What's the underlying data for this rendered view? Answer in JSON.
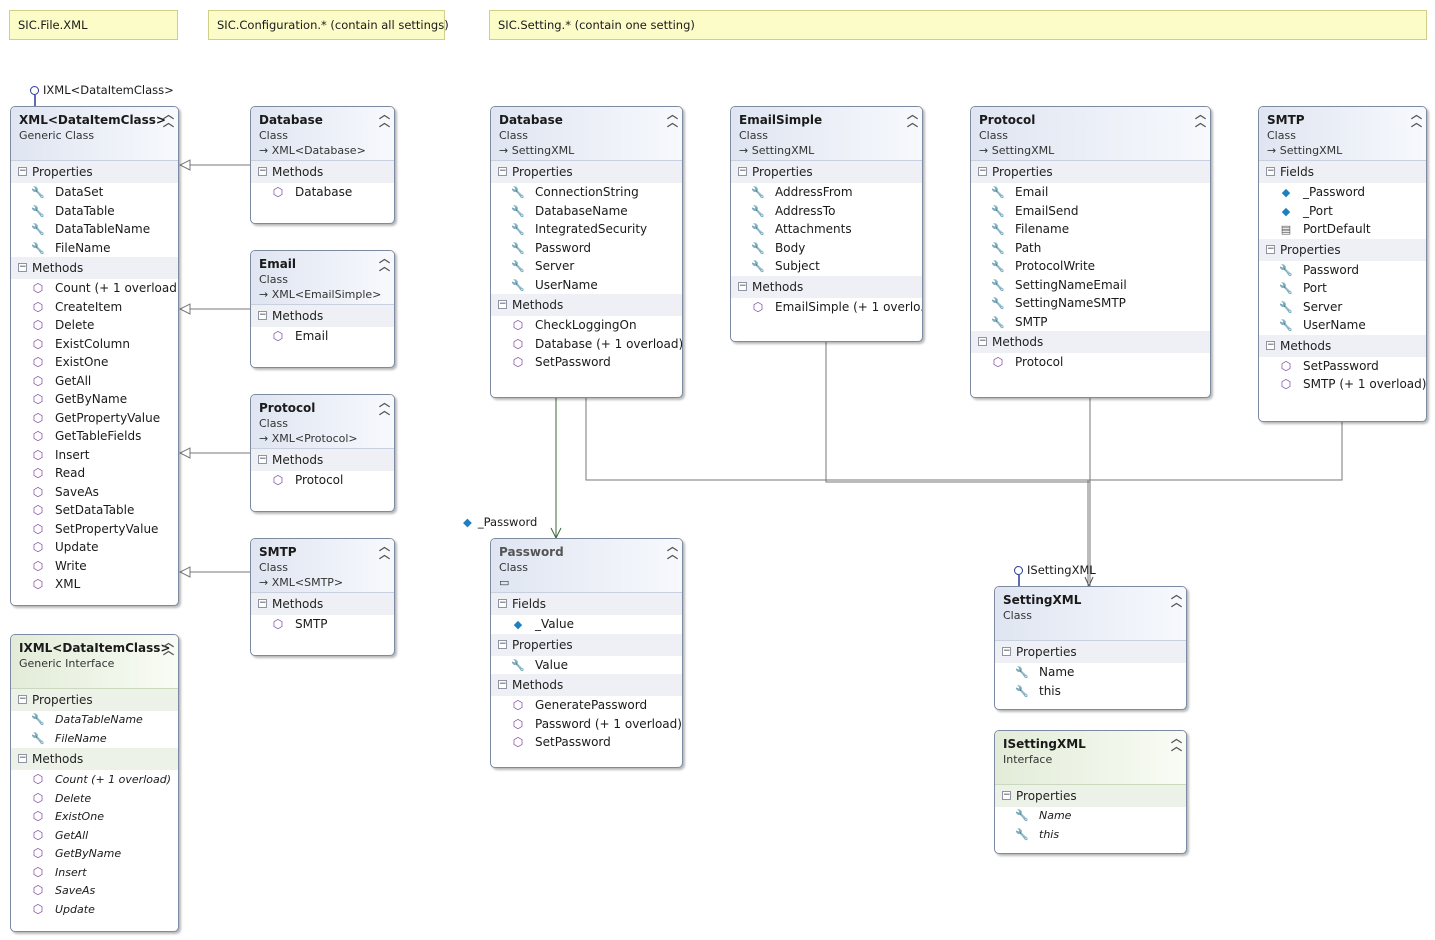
{
  "notes": {
    "file": "SIC.File.XML",
    "configuration": "SIC.Configuration.* (contain all settings)",
    "setting": "SIC.Setting.* (contain one setting)"
  },
  "lollipops": {
    "ixml": "IXML<DataItemClass>",
    "isettingxml": "ISettingXML"
  },
  "associations": {
    "password": "_Password"
  },
  "boxes": {
    "xml": {
      "name": "XML<DataItemClass>",
      "kind": "Generic Class",
      "sections": [
        {
          "title": "Properties",
          "items": [
            "DataSet",
            "DataTable",
            "DataTableName",
            "FileName"
          ]
        },
        {
          "title": "Methods",
          "items": [
            "Count (+ 1 overload)",
            "CreateItem",
            "Delete",
            "ExistColumn",
            "ExistOne",
            "GetAll",
            "GetByName",
            "GetPropertyValue",
            "GetTableFields",
            "Insert",
            "Read",
            "SaveAs",
            "SetDataTable",
            "SetPropertyValue",
            "Update",
            "Write",
            "XML"
          ]
        }
      ]
    },
    "ixml": {
      "name": "IXML<DataItemClass>",
      "kind": "Generic Interface",
      "sections": [
        {
          "title": "Properties",
          "items": [
            "DataTableName",
            "FileName"
          ]
        },
        {
          "title": "Methods",
          "items": [
            "Count (+ 1 overload)",
            "Delete",
            "ExistOne",
            "GetAll",
            "GetByName",
            "Insert",
            "SaveAs",
            "Update"
          ]
        }
      ]
    },
    "cfg_database": {
      "name": "Database",
      "kind": "Class",
      "base": "XML<Database>",
      "sections": [
        {
          "title": "Methods",
          "items": [
            "Database"
          ]
        }
      ]
    },
    "cfg_email": {
      "name": "Email",
      "kind": "Class",
      "base": "XML<EmailSimple>",
      "sections": [
        {
          "title": "Methods",
          "items": [
            "Email"
          ]
        }
      ]
    },
    "cfg_protocol": {
      "name": "Protocol",
      "kind": "Class",
      "base": "XML<Protocol>",
      "sections": [
        {
          "title": "Methods",
          "items": [
            "Protocol"
          ]
        }
      ]
    },
    "cfg_smtp": {
      "name": "SMTP",
      "kind": "Class",
      "base": "XML<SMTP>",
      "sections": [
        {
          "title": "Methods",
          "items": [
            "SMTP"
          ]
        }
      ]
    },
    "set_database": {
      "name": "Database",
      "kind": "Class",
      "base": "SettingXML",
      "sections": [
        {
          "title": "Properties",
          "items": [
            "ConnectionString",
            "DatabaseName",
            "IntegratedSecurity",
            "Password",
            "Server",
            "UserName"
          ]
        },
        {
          "title": "Methods",
          "items": [
            "CheckLoggingOn",
            "Database (+ 1 overload)",
            "SetPassword"
          ]
        }
      ]
    },
    "set_emailsimple": {
      "name": "EmailSimple",
      "kind": "Class",
      "base": "SettingXML",
      "sections": [
        {
          "title": "Properties",
          "items": [
            "AddressFrom",
            "AddressTo",
            "Attachments",
            "Body",
            "Subject"
          ]
        },
        {
          "title": "Methods",
          "items": [
            "EmailSimple (+ 1 overlo..."
          ]
        }
      ]
    },
    "set_protocol": {
      "name": "Protocol",
      "kind": "Class",
      "base": "SettingXML",
      "sections": [
        {
          "title": "Properties",
          "items": [
            "Email",
            "EmailSend",
            "Filename",
            "Path",
            "ProtocolWrite",
            "SettingNameEmail",
            "SettingNameSMTP",
            "SMTP"
          ]
        },
        {
          "title": "Methods",
          "items": [
            "Protocol"
          ]
        }
      ]
    },
    "set_smtp": {
      "name": "SMTP",
      "kind": "Class",
      "base": "SettingXML",
      "sections": [
        {
          "title": "Fields",
          "items": [
            "_Password",
            "_Port",
            "PortDefault"
          ]
        },
        {
          "title": "Properties",
          "items": [
            "Password",
            "Port",
            "Server",
            "UserName"
          ]
        },
        {
          "title": "Methods",
          "items": [
            "SetPassword",
            "SMTP (+ 1 overload)"
          ]
        }
      ]
    },
    "password": {
      "name": "Password",
      "kind": "Class",
      "sections": [
        {
          "title": "Fields",
          "items": [
            "_Value"
          ]
        },
        {
          "title": "Properties",
          "items": [
            "Value"
          ]
        },
        {
          "title": "Methods",
          "items": [
            "GeneratePassword",
            "Password (+ 1 overload)",
            "SetPassword"
          ]
        }
      ]
    },
    "settingxml": {
      "name": "SettingXML",
      "kind": "Class",
      "sections": [
        {
          "title": "Properties",
          "items": [
            "Name",
            "this"
          ]
        }
      ]
    },
    "isettingxml": {
      "name": "ISettingXML",
      "kind": "Interface",
      "sections": [
        {
          "title": "Properties",
          "items": [
            "Name",
            "this"
          ]
        }
      ]
    }
  }
}
